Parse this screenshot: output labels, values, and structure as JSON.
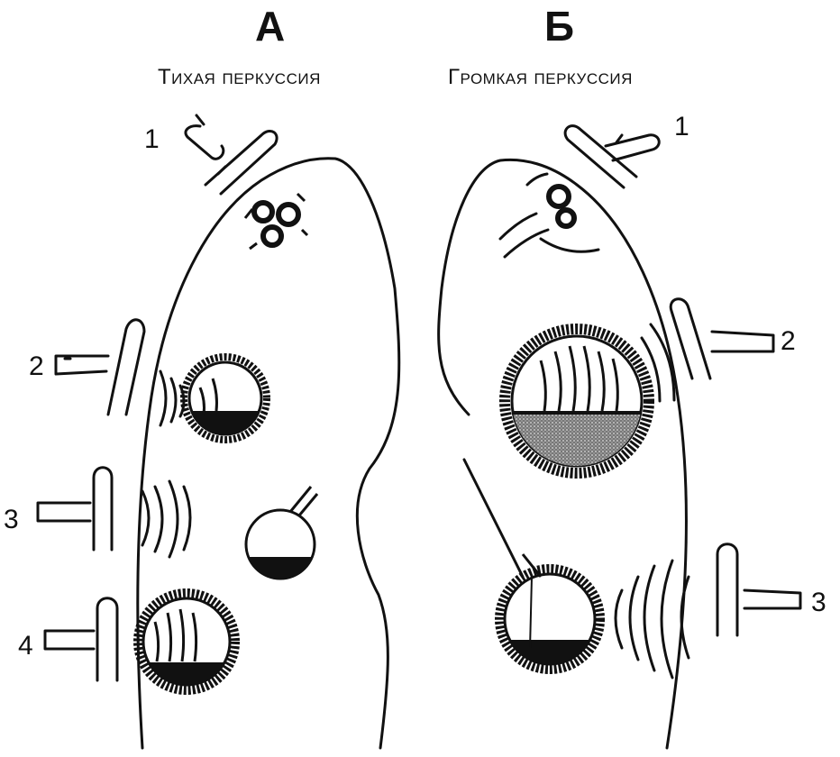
{
  "panels": {
    "left": {
      "letter": "А",
      "caption": "Тихая перкуссия",
      "markers": [
        "1",
        "2",
        "3",
        "4"
      ]
    },
    "right": {
      "letter": "Б",
      "caption": "Громкая перкуссия",
      "markers": [
        "1",
        "2",
        "3"
      ]
    }
  },
  "colors": {
    "ink": "#111111",
    "background": "#ffffff"
  }
}
